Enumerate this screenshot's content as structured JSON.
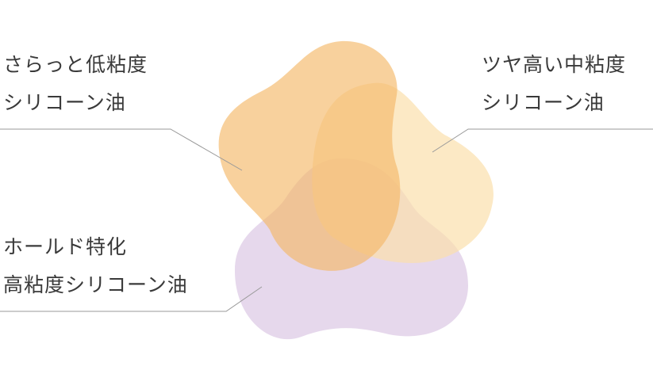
{
  "labels": {
    "top_left": {
      "line1": "さらっと低粘度",
      "line2": "シリコーン油"
    },
    "top_right": {
      "line1": "ツヤ高い中粘度",
      "line2": "シリコーン油"
    },
    "bottom_left": {
      "line1": "ホールド特化",
      "line2": "高粘度シリコーン油"
    }
  },
  "colors": {
    "orange": "#f5b969",
    "yellow": "#fbe0ad",
    "purple": "#dcc8e4",
    "line": "#999999"
  }
}
